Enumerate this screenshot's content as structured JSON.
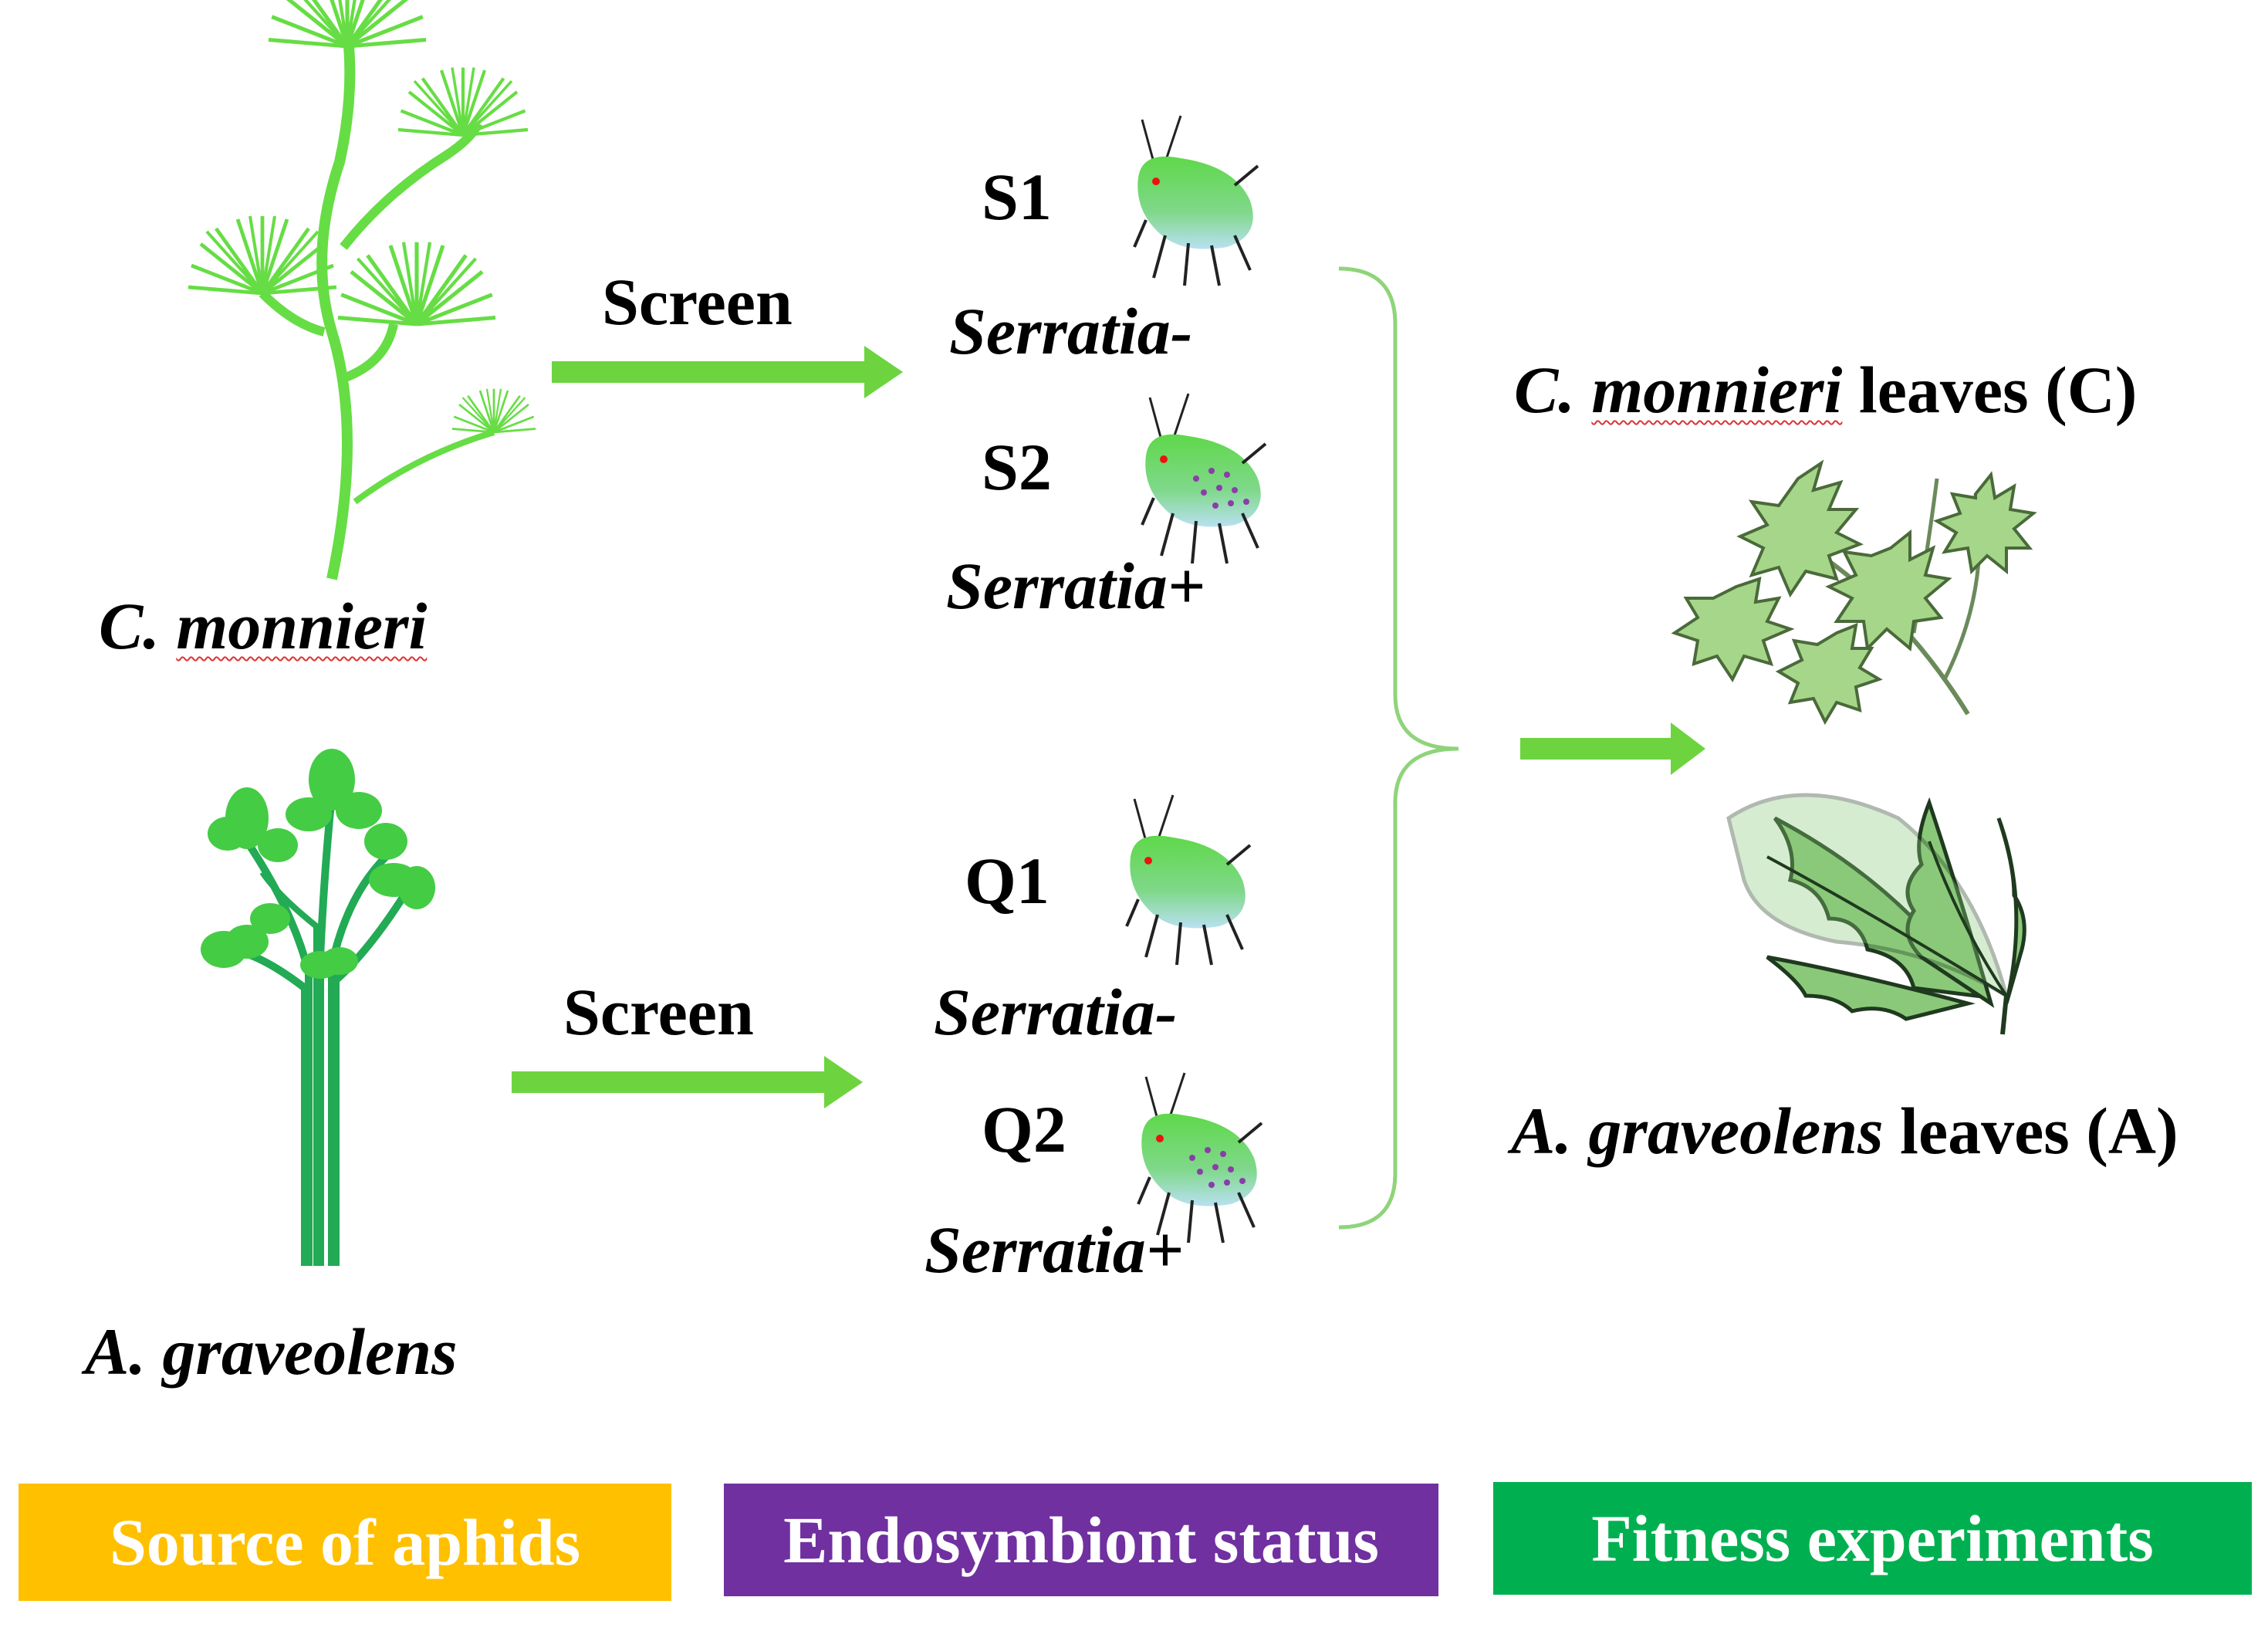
{
  "plants": {
    "top_label_genus": "C.",
    "top_label_species": "monnieri",
    "bottom_label": "A. graveolens"
  },
  "arrows": {
    "top_label": "Screen",
    "bottom_label": "Screen"
  },
  "aphids": [
    {
      "code": "S1",
      "status": "Serratia-"
    },
    {
      "code": "S2",
      "status": "Serratia+"
    },
    {
      "code": "Q1",
      "status": "Serratia-"
    },
    {
      "code": "Q2",
      "status": "Serratia+"
    }
  ],
  "leaves": {
    "top_genus": "C.",
    "top_species": "monnieri",
    "top_suffix": "leaves (C)",
    "bottom_species": "A. graveolens",
    "bottom_suffix": "leaves (A)"
  },
  "legend": [
    {
      "label": "Source of aphids",
      "color": "#ffc000"
    },
    {
      "label": "Endosymbiont status",
      "color": "#7030a0"
    },
    {
      "label": "Fitness experiments",
      "color": "#00b050"
    }
  ],
  "colors": {
    "arrow_green": "#6dd43f",
    "plant_green": "#66dd44",
    "stalk_green": "#22aa55",
    "leaf_green": "#8bc97a",
    "brace_green": "#8fd47a"
  }
}
